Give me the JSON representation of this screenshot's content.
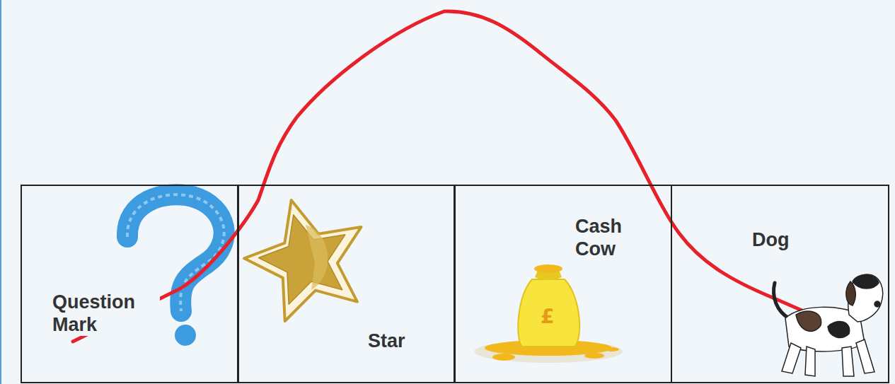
{
  "diagram": {
    "nodes": [
      {
        "text": [
          "Question Mark"
        ]
      },
      {
        "text": [
          "Star"
        ]
      },
      {
        "text": [
          "Cash Cow"
        ]
      },
      {
        "text": [
          "Dog"
        ]
      }
    ],
    "labels": [
      "£"
    ]
  }
}
